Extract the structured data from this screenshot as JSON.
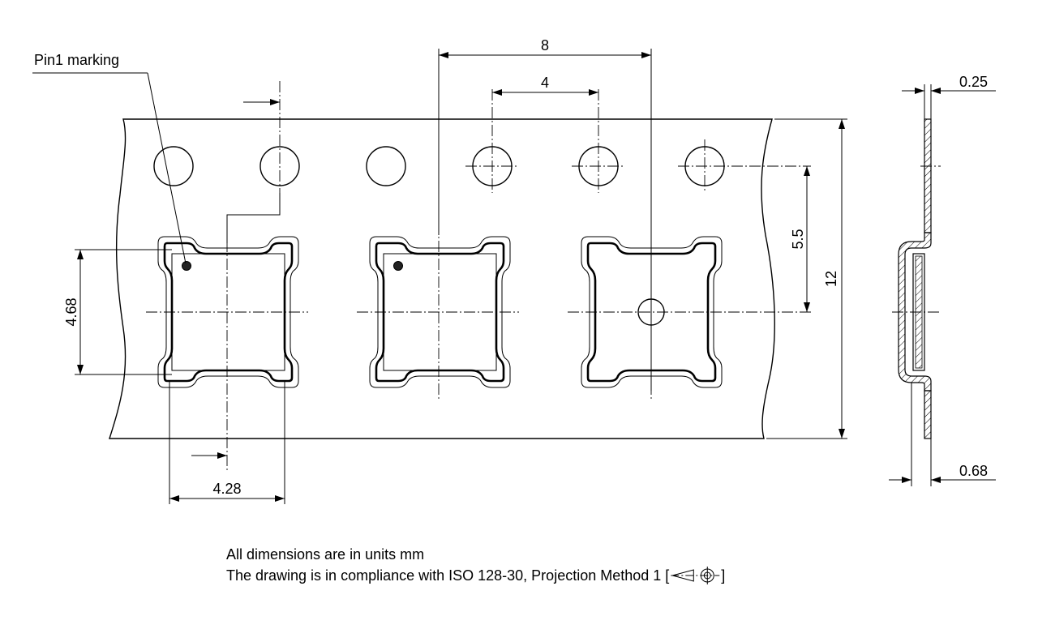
{
  "labels": {
    "pin1": "Pin1 marking",
    "pitch": "8",
    "hole_pitch": "4",
    "hole_to_pocket": "5.5",
    "tape_width": "12",
    "pocket_length": "4.68",
    "pocket_width": "4.28",
    "tape_thickness": "0.25",
    "pocket_depth": "0.68"
  },
  "notes": {
    "line1": "All dimensions are in units mm",
    "line2": "The drawing is in compliance with ISO 128-30, Projection Method 1 [",
    "line2_end": "]"
  }
}
